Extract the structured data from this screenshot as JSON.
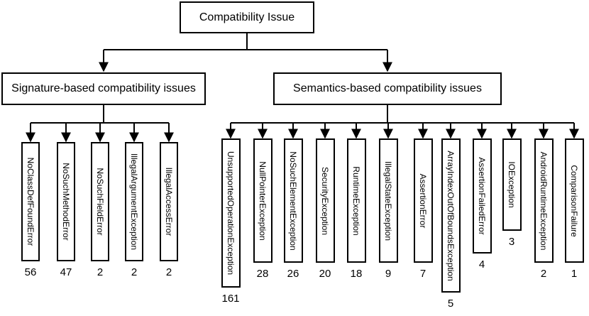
{
  "root": {
    "label": "Compatibility Issue"
  },
  "groups": [
    {
      "label": "Signature-based compatibility issues",
      "items": [
        {
          "label": "NoClassDefFoundError",
          "count": "56"
        },
        {
          "label": "NoSuchMethodError",
          "count": "47"
        },
        {
          "label": "NoSuchFieldError",
          "count": "2"
        },
        {
          "label": "IllegalArgumentException",
          "count": "2"
        },
        {
          "label": "IllegalAccessError",
          "count": "2"
        }
      ]
    },
    {
      "label": "Semantics-based compatibility issues",
      "items": [
        {
          "label": "UnsupportedOperationException",
          "count": "161"
        },
        {
          "label": "NullPointerException",
          "count": "28"
        },
        {
          "label": "NoSuchElementException",
          "count": "26"
        },
        {
          "label": "SecurityException",
          "count": "20"
        },
        {
          "label": "RuntimeException",
          "count": "18"
        },
        {
          "label": "IllegalStateException",
          "count": "9"
        },
        {
          "label": "AssertionError",
          "count": "7"
        },
        {
          "label": "ArrayIndexOutOfBoundsException",
          "count": "5"
        },
        {
          "label": "AssertionFailedError",
          "count": "4"
        },
        {
          "label": "IOException",
          "count": "3"
        },
        {
          "label": "AndroidRuntimeException",
          "count": "2"
        },
        {
          "label": "ComparisonFailure",
          "count": "1"
        }
      ]
    }
  ]
}
